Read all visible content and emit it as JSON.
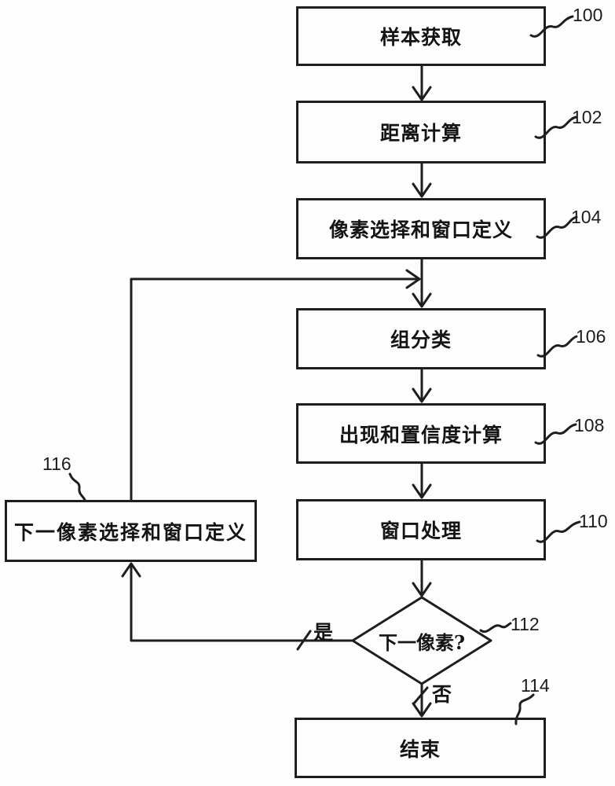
{
  "figure": {
    "background_color": "#fdfdfd",
    "line_color": "#1e1e1e",
    "text_color": "#141414",
    "type": "patent-flowchart"
  },
  "nodes": {
    "sample_acquisition": {
      "label": "样本获取",
      "ref": "100",
      "shape": "process"
    },
    "distance_calc": {
      "label": "距离计算",
      "ref": "102",
      "shape": "process"
    },
    "pixel_window": {
      "label": "像素选择和窗口定义",
      "ref": "104",
      "shape": "process"
    },
    "group_classify": {
      "label": "组分类",
      "ref": "106",
      "shape": "process"
    },
    "occurrence_confidence": {
      "label": "出现和置信度计算",
      "ref": "108",
      "shape": "process"
    },
    "window_processing": {
      "label": "窗口处理",
      "ref": "110",
      "shape": "process"
    },
    "next_pixel_decision": {
      "label": "下一像素?",
      "ref": "112",
      "shape": "decision"
    },
    "end": {
      "label": "结束",
      "ref": "114",
      "shape": "process"
    },
    "next_pixel_window": {
      "label": "下一像素选择和窗口定义",
      "ref": "116",
      "shape": "process"
    }
  },
  "edges": {
    "yes_label": "是",
    "no_label": "否"
  }
}
